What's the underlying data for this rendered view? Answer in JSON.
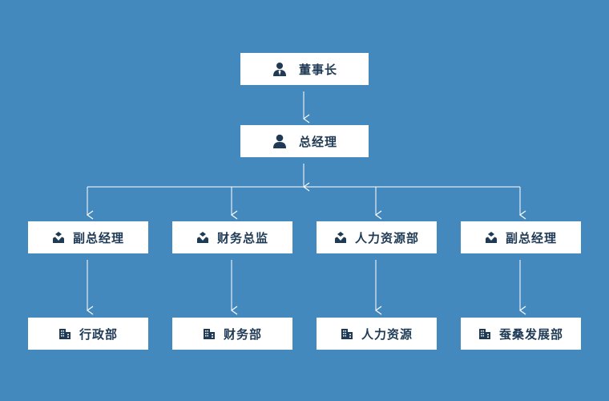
{
  "colors": {
    "background": "#4489bd",
    "node_bg": "#ffffff",
    "node_text": "#1f3a55",
    "line": "#ffffff",
    "icon": "#1f3a55"
  },
  "org": {
    "chairman": {
      "label": "董事长",
      "icon": "person-tie-icon"
    },
    "gm": {
      "label": "总经理",
      "icon": "person-icon"
    },
    "level3": [
      {
        "label": "副总经理",
        "icon": "executive-icon"
      },
      {
        "label": "财务总监",
        "icon": "executive-icon"
      },
      {
        "label": "人力资源部",
        "icon": "executive-icon"
      },
      {
        "label": "副总经理",
        "icon": "executive-icon"
      }
    ],
    "level4": [
      {
        "label": "行政部",
        "icon": "building-icon"
      },
      {
        "label": "财务部",
        "icon": "building-icon"
      },
      {
        "label": "人力资源",
        "icon": "building-icon"
      },
      {
        "label": "蚕桑发展部",
        "icon": "building-icon"
      }
    ]
  }
}
